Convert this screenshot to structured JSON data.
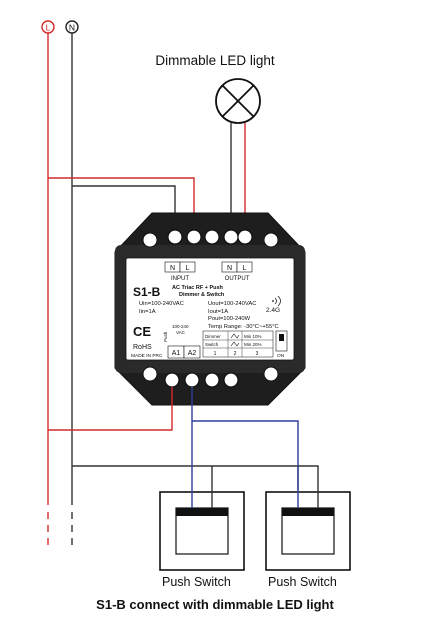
{
  "title": "Dimmable LED light",
  "caption": "S1-B connect with dimmable LED light",
  "lines": {
    "live": "L",
    "neutral": "N"
  },
  "switch_labels": [
    "Push Switch",
    "Push Switch"
  ],
  "device": {
    "model": "S1-B",
    "desc_line1": "AC Triac RF + Push",
    "desc_line2": "Dimmer & Switch",
    "input_header": "INPUT",
    "output_header": "OUTPUT",
    "input_terminals": [
      "N",
      "L"
    ],
    "output_terminals": [
      "N",
      "L"
    ],
    "uin": "Uin=100-240VAC",
    "iin": "Iin=1A",
    "uout": "Uout=100-240VAC",
    "iout": "Iout=1A",
    "pout": "Pout=100-240W",
    "temp": "Temp Range: -30°C~+55°C",
    "rf": "2.4G",
    "ce": "CE",
    "rohs": "RoHS",
    "made_in": "MADE IN PRC",
    "push_label": "Push",
    "range_label": "100-240",
    "vac_label": "VAC",
    "a1": "A1",
    "a2": "A2",
    "dip_row1": [
      "Dimmer",
      "Min 10%"
    ],
    "dip_row2": [
      "Switch",
      "Min 20%"
    ],
    "dip_numbers": [
      "1",
      "2",
      "3"
    ],
    "on_label": "ON"
  },
  "colors": {
    "live": "#d42a2a",
    "neutral": "#333333",
    "switch_wire": "#2b3f9a",
    "ground_dark": "#111111"
  }
}
